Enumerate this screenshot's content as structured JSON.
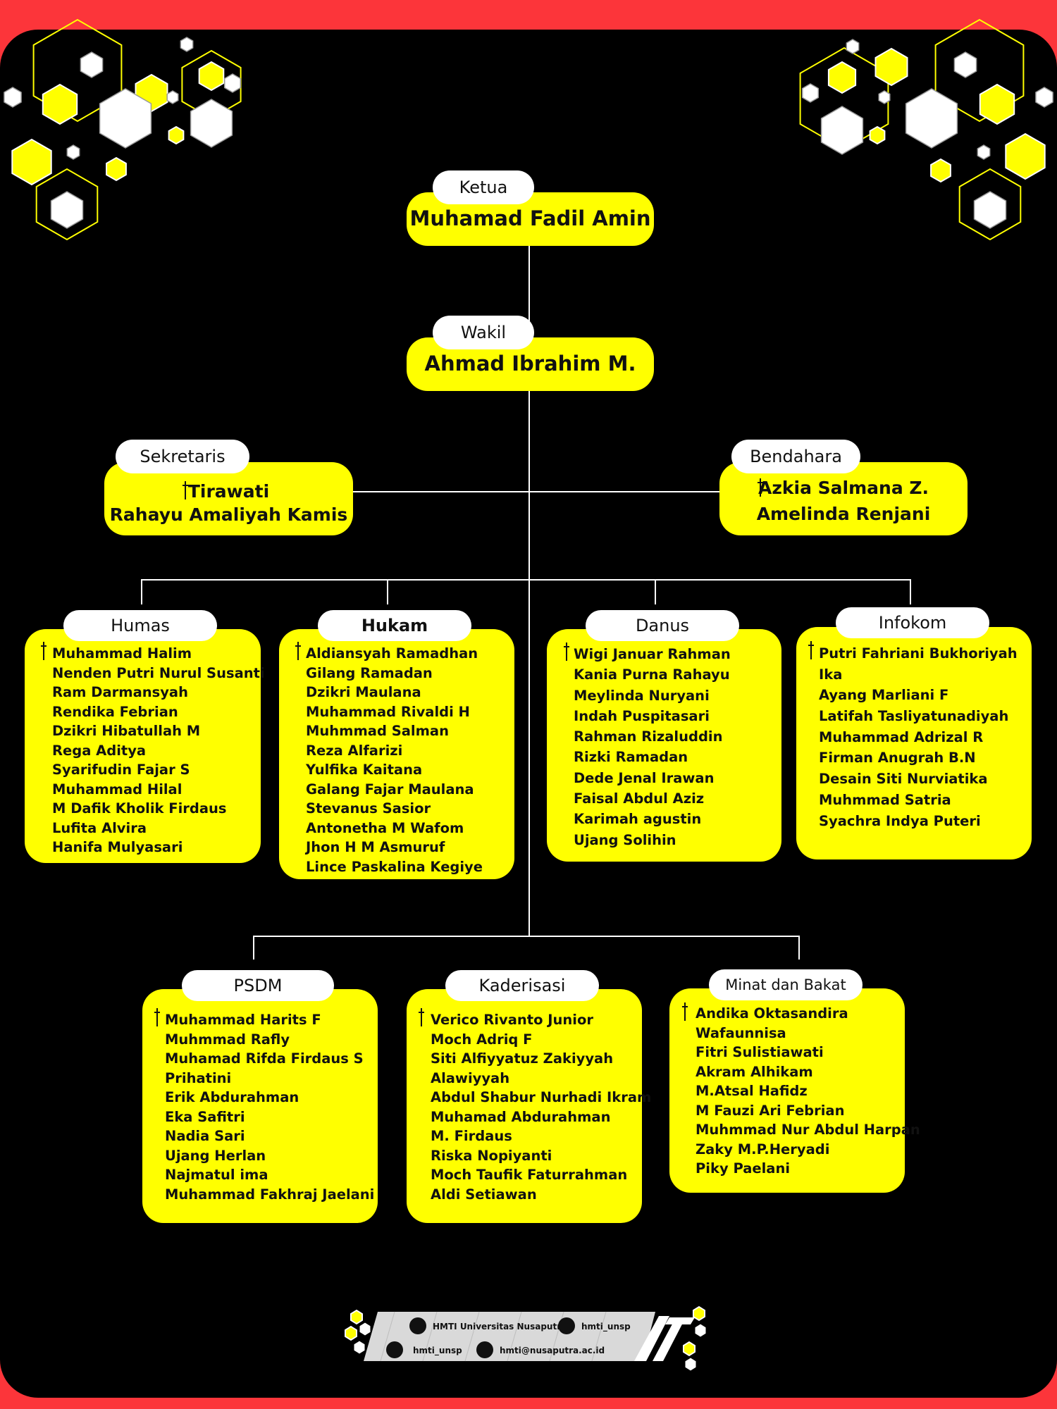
{
  "colors": {
    "frame": "#fc353a",
    "background": "#000000",
    "box": "#ffff00",
    "label": "#ffffff",
    "connector": "#ffffff",
    "text": "#111111"
  },
  "ketua": {
    "label": "Ketua",
    "name": "Muhamad Fadil Amin"
  },
  "wakil": {
    "label": "Wakil",
    "name": "Ahmad Ibrahim M."
  },
  "sekretaris": {
    "label": "Sekretaris",
    "names": [
      "Tirawati",
      "Rahayu Amaliyah Kamis"
    ]
  },
  "bendahara": {
    "label": "Bendahara",
    "names": [
      "Azkia Salmana Z.",
      "Amelinda Renjani"
    ]
  },
  "divisions": [
    {
      "label": "Humas",
      "members": [
        "Muhammad Halim",
        "Nenden Putri Nurul Susanti",
        "Ram Darmansyah",
        "Rendika Febrian",
        "Dzikri Hibatullah M",
        "Rega Aditya",
        "Syarifudin Fajar S",
        "Muhammad Hilal",
        "M Dafik Kholik Firdaus",
        "Lufita Alvira",
        "Hanifa Mulyasari"
      ]
    },
    {
      "label": "Hukam",
      "members": [
        "Aldiansyah Ramadhan",
        "Gilang Ramadan",
        "Dzikri Maulana",
        "Muhammad Rivaldi H",
        "Muhmmad Salman",
        "Reza Alfarizi",
        "Yulfika Kaitana",
        "Galang Fajar Maulana",
        "Stevanus Sasior",
        "Antonetha M Wafom",
        "Jhon H M Asmuruf",
        "Lince Paskalina Kegiye"
      ]
    },
    {
      "label": "Danus",
      "members": [
        "Wigi Januar Rahman",
        "Kania Purna Rahayu",
        "Meylinda Nuryani",
        "Indah Puspitasari",
        "Rahman Rizaluddin",
        "Rizki Ramadan",
        "Dede Jenal Irawan",
        "Faisal Abdul Aziz",
        "Karimah agustin",
        "Ujang Solihin"
      ]
    },
    {
      "label": "Infokom",
      "members": [
        "Putri Fahriani Bukhoriyah",
        "Ika",
        "Ayang Marliani F",
        "Latifah Tasliyatunadiyah",
        "Muhammad Adrizal R",
        "Firman Anugrah B.N",
        "Desain Siti Nurviatika",
        "Muhmmad Satria",
        "Syachra Indya Puteri"
      ]
    },
    {
      "label": "PSDM",
      "members": [
        "Muhammad Harits F",
        "Muhmmad Rafly",
        "Muhamad Rifda Firdaus S",
        "Prihatini",
        "Erik Abdurahman",
        "Eka Safitri",
        "Nadia Sari",
        "Ujang Herlan",
        "Najmatul ima",
        "Muhammad Fakhraj Jaelani"
      ]
    },
    {
      "label": "Kaderisasi",
      "members": [
        "Verico Rivanto Junior",
        "Moch Adriq F",
        "Siti Alfiyyatuz Zakiyyah",
        "Alawiyyah",
        "Abdul Shabur Nurhadi Ikram",
        "Muhamad Abdurahman",
        "M. Firdaus",
        "Riska Nopiyanti",
        "Moch Taufik Faturrahman",
        "Aldi Setiawan"
      ]
    },
    {
      "label": "Minat dan Bakat",
      "members": [
        "Andika Oktasandira",
        "Wafaunnisa",
        "Fitri Sulistiawati",
        "Akram Alhikam",
        "M.Atsal Hafidz",
        "M Fauzi Ari Febrian",
        "Muhmmad Nur Abdul Harpan",
        "Zaky M.P.Heryadi",
        "Piky Paelani"
      ]
    }
  ],
  "footer": {
    "youtube": "HMTI Universitas Nusaputra",
    "instagram": "hmti_unsp",
    "tiktok": "hmti_unsp",
    "email": "hmti@nusaputra.ac.id",
    "icons": [
      "youtube-icon",
      "instagram-icon",
      "tiktok-icon",
      "mail-icon",
      "hmti-logo"
    ]
  }
}
